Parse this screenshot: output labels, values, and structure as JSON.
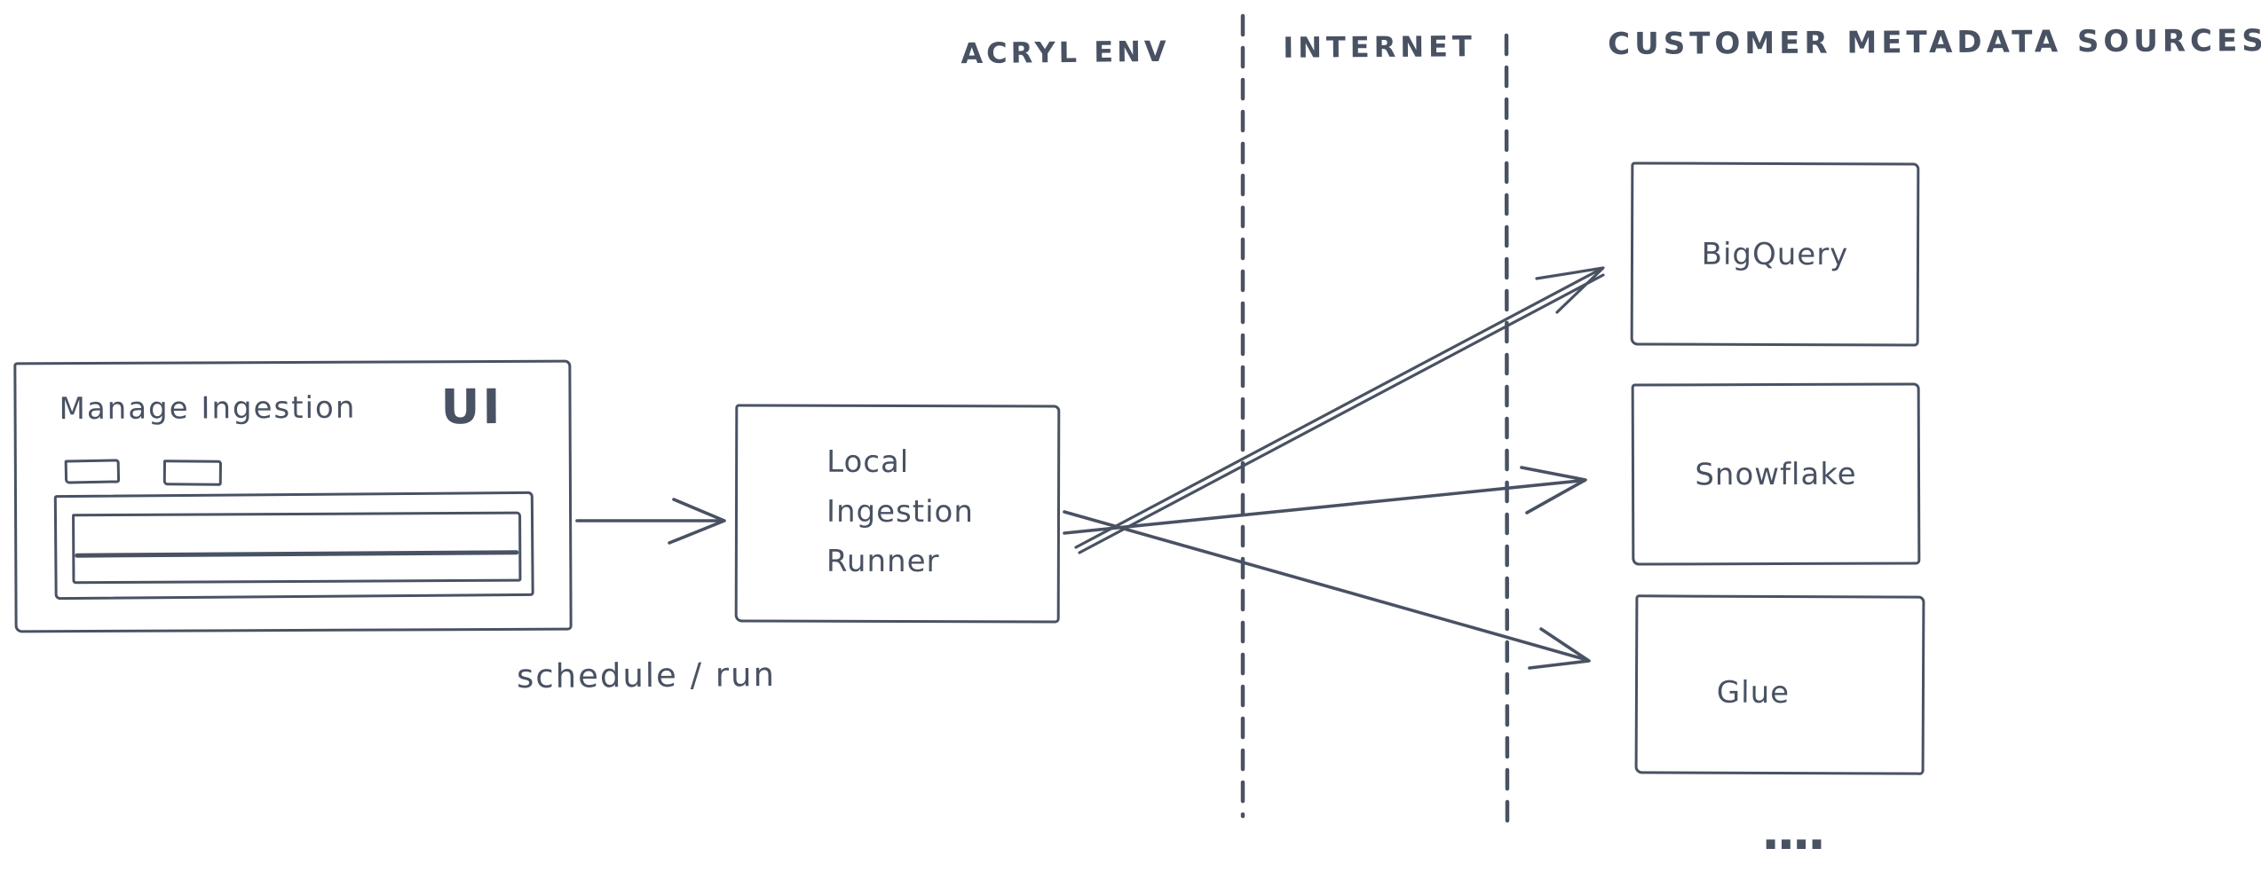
{
  "zones": [
    {
      "id": "acryl-env",
      "label": "ACRYL ENV"
    },
    {
      "id": "internet",
      "label": "INTERNET"
    },
    {
      "id": "customer-metadata-sources",
      "label": "CUSTOMER METADATA SOURCES"
    }
  ],
  "ui_box": {
    "title": "Manage Ingestion",
    "badge": "UI"
  },
  "runner_box": {
    "label": "Local\nIngestion\nRunner"
  },
  "sources": [
    {
      "label": "BigQuery"
    },
    {
      "label": "Snowflake"
    },
    {
      "label": "Glue"
    }
  ],
  "arrow_label": "schedule / run",
  "ellipsis": "....",
  "colors": {
    "stroke": "#495263",
    "background": "#ffffff"
  }
}
